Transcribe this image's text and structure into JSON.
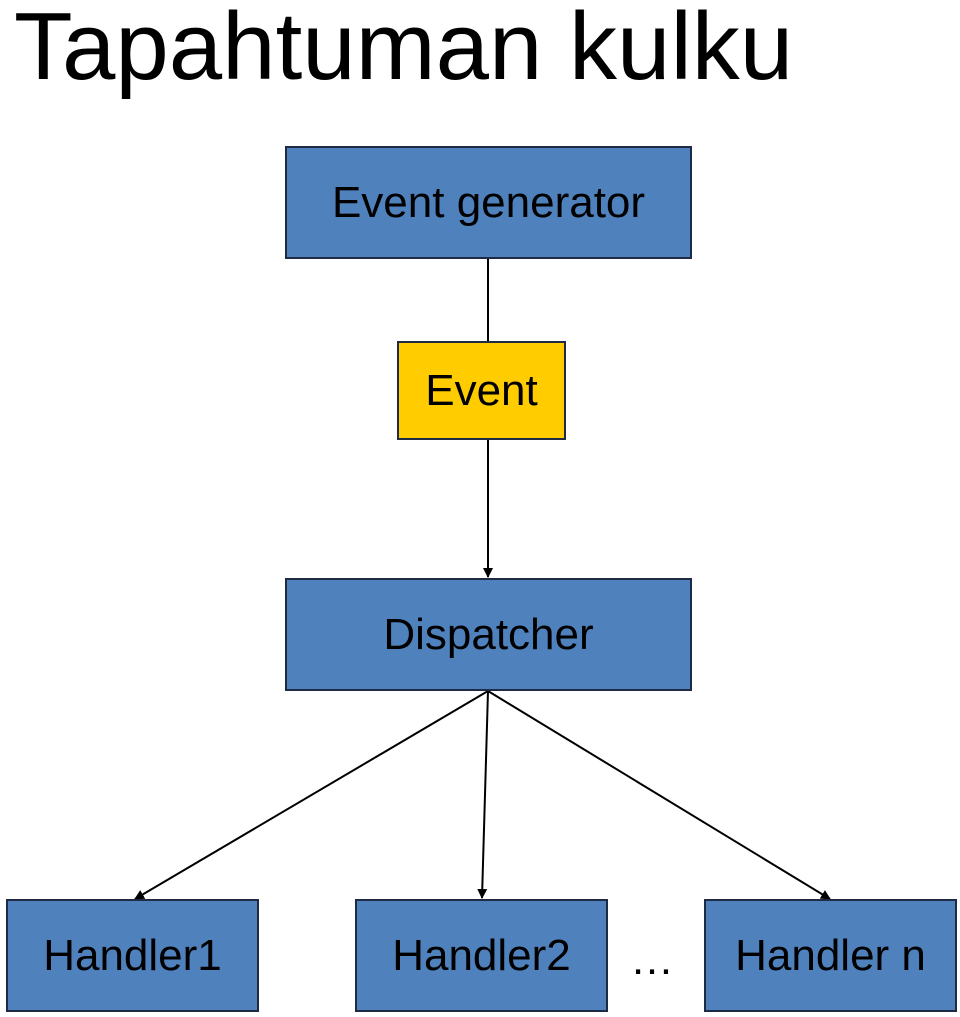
{
  "title": "Tapahtuman kulku",
  "nodes": {
    "event_generator": "Event generator",
    "event": "Event",
    "dispatcher": "Dispatcher",
    "handler1": "Handler1",
    "handler2": "Handler2",
    "handler_n": "Handler n"
  },
  "ellipsis": "…",
  "colors": {
    "component_fill": "#4f81bd",
    "event_fill": "#ffcc00",
    "border": "#1f2a44",
    "line": "#000000"
  }
}
